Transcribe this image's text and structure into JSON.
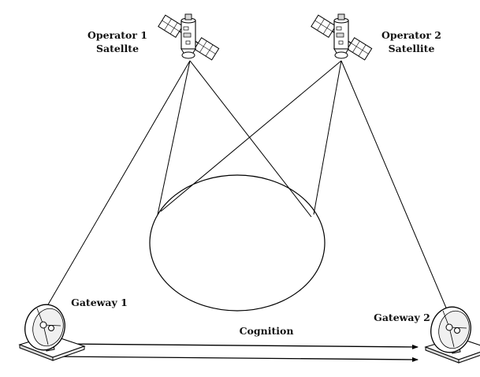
{
  "labels": {
    "operator1_line1": "Operator 1",
    "operator1_line2": "Satellte",
    "operator2_line1": "Operator 2",
    "operator2_line2": "Satellite",
    "gateway1": "Gateway 1",
    "gateway2": "Gateway 2",
    "cognition": "Cognition"
  },
  "colors": {
    "stroke": "#000000",
    "device_fill": "#ffffff",
    "device_shade": "#d8d8d8",
    "background": "#ffffff"
  },
  "icons": {
    "satellite": "satellite-icon",
    "dish": "satellite-dish-icon"
  }
}
